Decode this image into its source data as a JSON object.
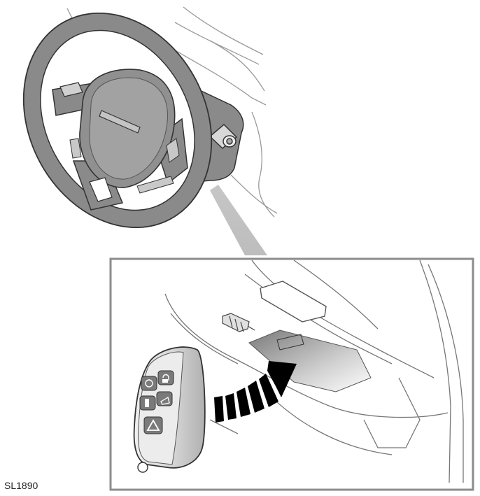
{
  "figure": {
    "code": "SL1890"
  },
  "icons": {
    "steering_wheel": "steering-wheel",
    "key_fob": "smart-key-fob",
    "backup_slot": "key-backup-slot",
    "arrow": "insert-arrow"
  },
  "colors": {
    "line": "#333333",
    "light_line": "#9a9a9a",
    "wheel_fill": "#8a8a8a",
    "dash_fill": "#b8b8b8",
    "frame": "#8c8c8c",
    "fob_body": "#d8d8d8",
    "button": "#7a7a7a",
    "arrow": "#000000"
  }
}
